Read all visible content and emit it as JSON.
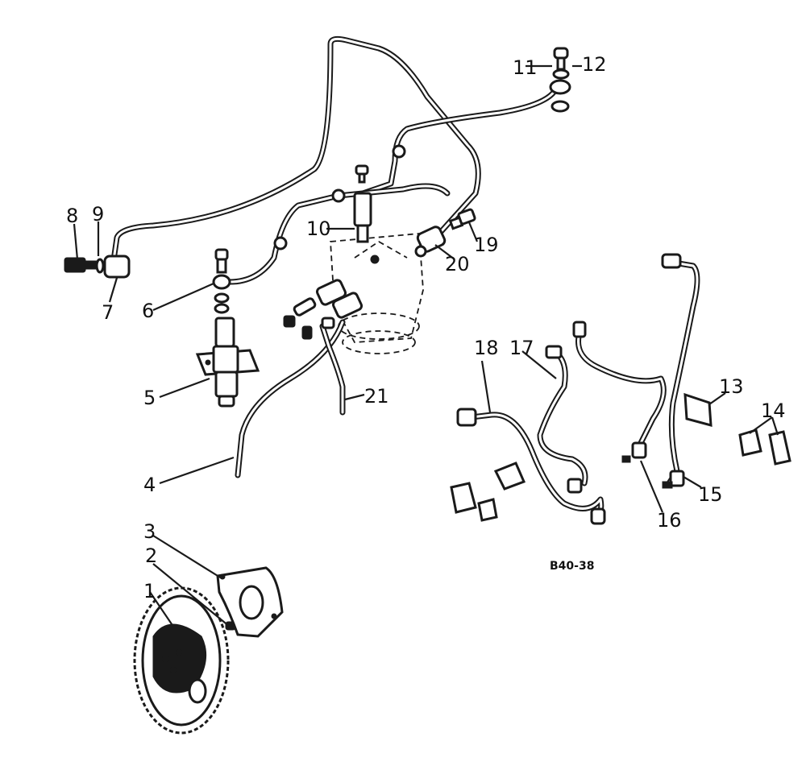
{
  "diagram": {
    "reference_code": "B40-38",
    "callouts": [
      "1",
      "2",
      "3",
      "4",
      "5",
      "6",
      "7",
      "8",
      "9",
      "10",
      "11",
      "12",
      "13",
      "14",
      "15",
      "16",
      "17",
      "18",
      "19",
      "20",
      "21"
    ]
  }
}
